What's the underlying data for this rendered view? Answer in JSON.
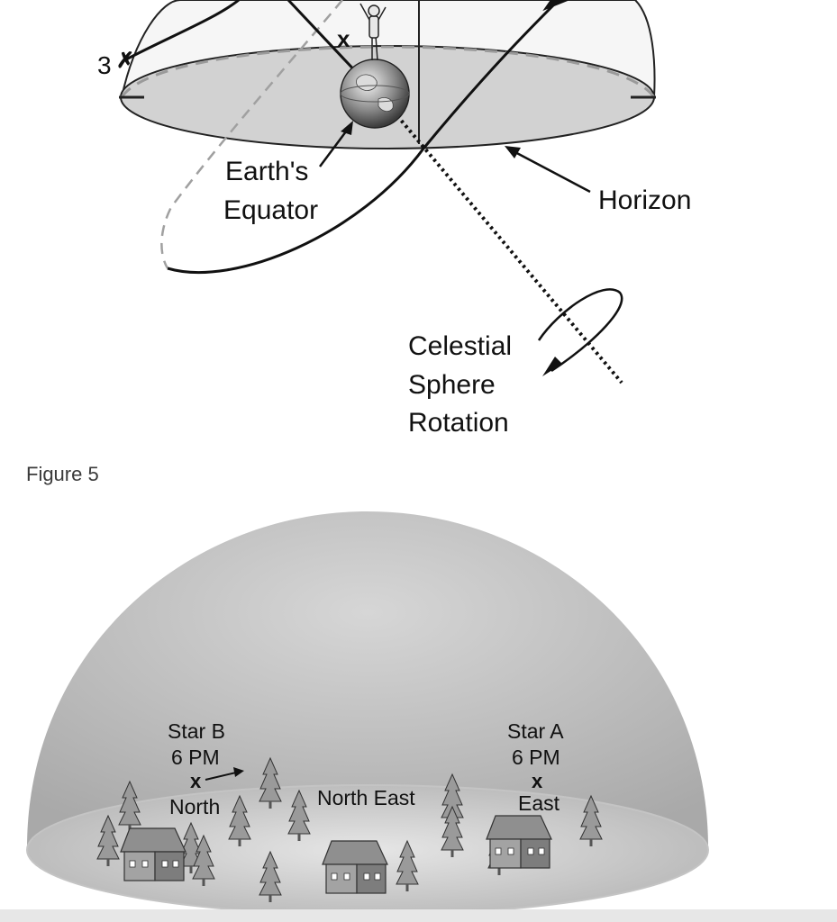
{
  "figure1": {
    "marker_3": "3",
    "marker_x": "x",
    "label_equator_1": "Earth's",
    "label_equator_2": "Equator",
    "label_horizon": "Horizon",
    "label_rotation_1": "Celestial",
    "label_rotation_2": "Sphere",
    "label_rotation_3": "Rotation"
  },
  "caption": "Figure 5",
  "figure2": {
    "star_b": {
      "name": "Star B",
      "time": "6 PM",
      "mark": "x",
      "direction": "North"
    },
    "middle_direction": "North East",
    "star_a": {
      "name": "Star A",
      "time": "6 PM",
      "mark": "x",
      "direction": "East"
    }
  },
  "colors": {
    "dome": "#bdbdbd",
    "ground": "#cfcfcf",
    "lines": "#111111",
    "dashes": "#9a9a9a"
  },
  "icons": [
    "observer-figure-icon",
    "earth-globe-icon",
    "tree-icon",
    "house-icon",
    "rotation-arrow-icon"
  ]
}
